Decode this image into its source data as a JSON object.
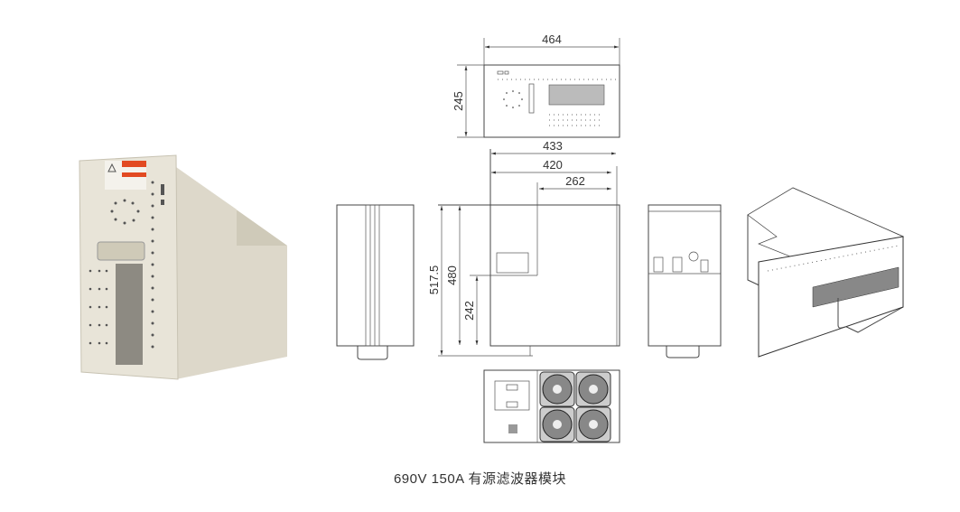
{
  "caption": "690V  150A  有源滤波器模块",
  "dimensions": {
    "front_width": "464",
    "front_height": "245",
    "side_depth_total": "433",
    "side_depth_body": "420",
    "side_depth_step": "262",
    "side_height_total": "517.5",
    "side_height_body": "480",
    "side_height_step": "242"
  },
  "colors": {
    "panel": "#e6e2d6",
    "line": "#444444"
  }
}
